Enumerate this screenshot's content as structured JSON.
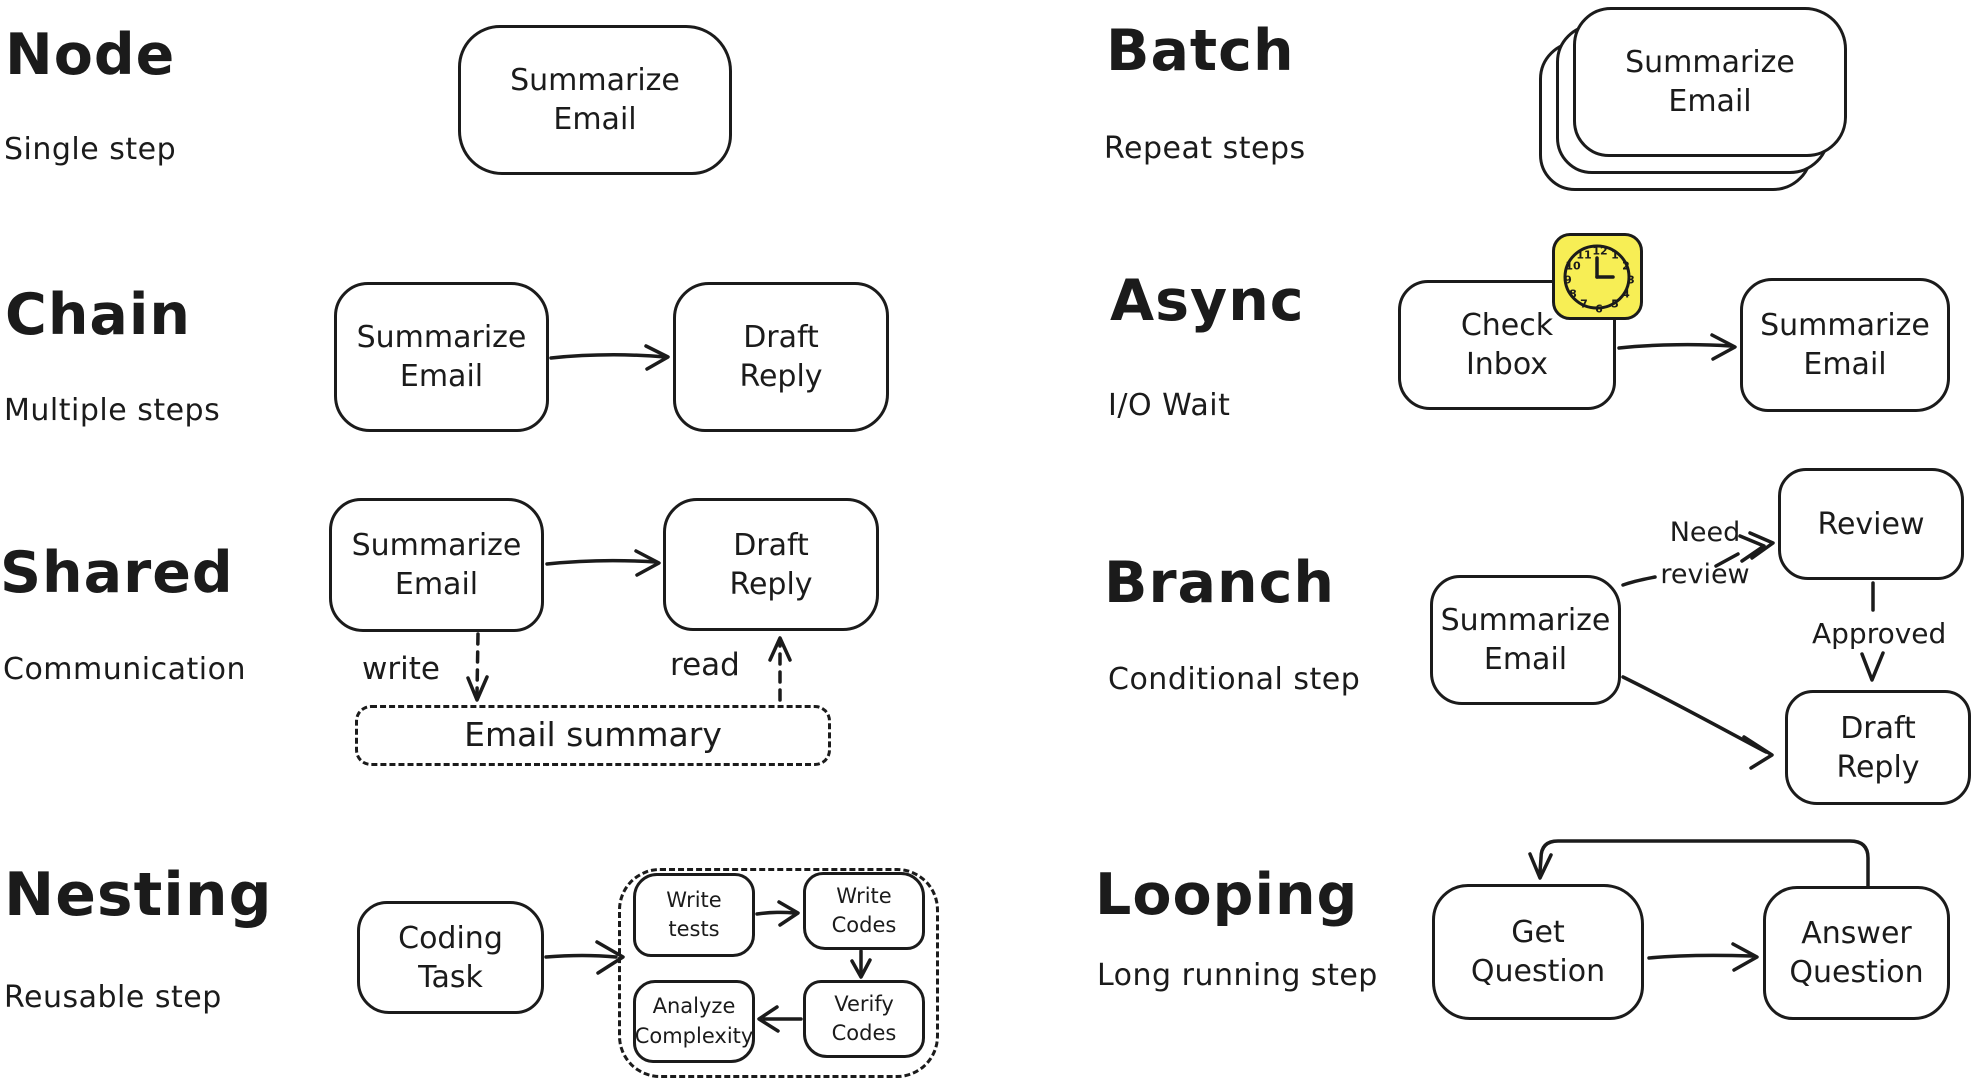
{
  "colors": {
    "ink": "#1b1b1b",
    "background": "#ffffff",
    "clock_yellow": "#f7ee55"
  },
  "sections": {
    "node": {
      "title": "Node",
      "subtitle": "Single step",
      "box_summarize_email": "Summarize\nEmail"
    },
    "chain": {
      "title": "Chain",
      "subtitle": "Multiple steps",
      "box_summarize_email": "Summarize\nEmail",
      "box_draft_reply": "Draft\nReply"
    },
    "shared": {
      "title": "Shared",
      "subtitle": "Communication",
      "box_summarize_email": "Summarize\nEmail",
      "box_draft_reply": "Draft\nReply",
      "label_write": "write",
      "label_read": "read",
      "box_email_summary": "Email summary"
    },
    "nesting": {
      "title": "Nesting",
      "subtitle": "Reusable step",
      "box_coding_task": "Coding\nTask",
      "box_write_tests": "Write\ntests",
      "box_write_codes": "Write\nCodes",
      "box_analyze_complexity": "Analyze\nComplexity",
      "box_verify_codes": "Verify\nCodes"
    },
    "batch": {
      "title": "Batch",
      "subtitle": "Repeat steps",
      "box_summarize_email": "Summarize\nEmail"
    },
    "async": {
      "title": "Async",
      "subtitle": "I/O Wait",
      "box_check_inbox": "Check\nInbox",
      "box_summarize_email": "Summarize\nEmail",
      "clock_numbers": [
        "12",
        "1",
        "2",
        "3",
        "4",
        "5",
        "6",
        "7",
        "8",
        "9",
        "10",
        "11"
      ]
    },
    "branch": {
      "title": "Branch",
      "subtitle": "Conditional step",
      "box_summarize_email": "Summarize\nEmail",
      "box_review": "Review",
      "box_draft_reply": "Draft\nReply",
      "label_need_review": "Need\nreview",
      "label_approved": "Approved"
    },
    "looping": {
      "title": "Looping",
      "subtitle": "Long running step",
      "box_get_question": "Get\nQuestion",
      "box_answer_question": "Answer\nQuestion"
    }
  }
}
